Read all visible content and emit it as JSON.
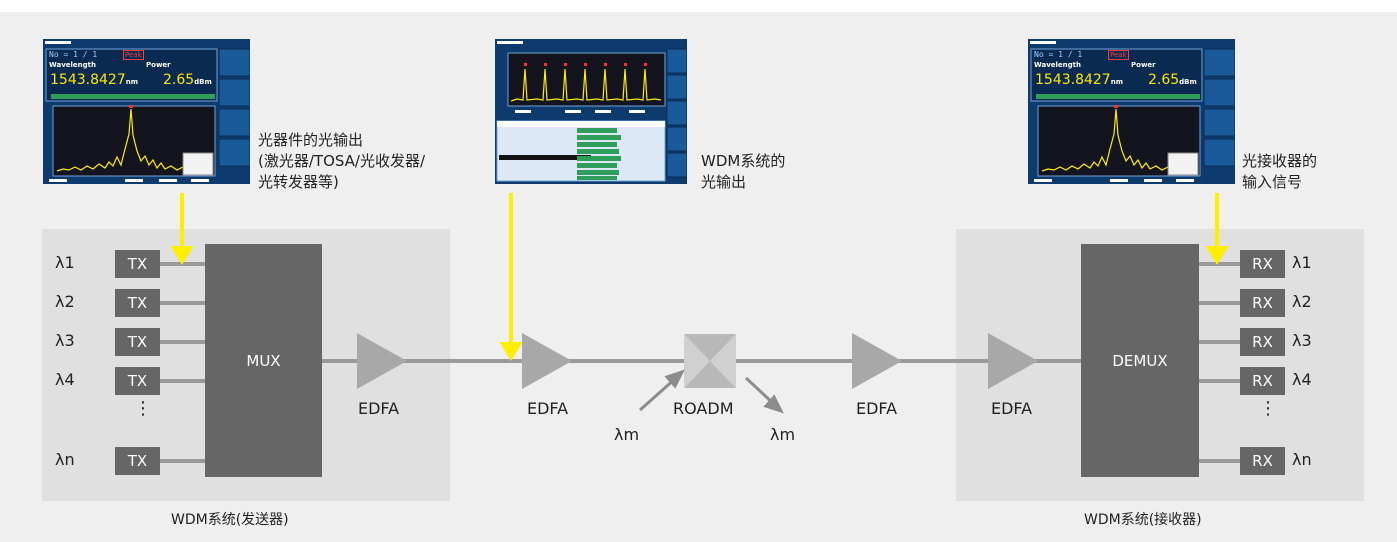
{
  "colors": {
    "background": "#efefef",
    "system_panel": "#e0e0e0",
    "block": "#666666",
    "fiber": "#9a9a9a",
    "amplifier": "#a8a8a8",
    "probe": "#ffee00",
    "screen": "#0d3b6e",
    "trace": "#ffee00"
  },
  "ellipsis": "⋮",
  "tx": [
    {
      "lambda": "λ1",
      "box": "TX"
    },
    {
      "lambda": "λ2",
      "box": "TX"
    },
    {
      "lambda": "λ3",
      "box": "TX"
    },
    {
      "lambda": "λ4",
      "box": "TX"
    },
    {
      "lambda": "λn",
      "box": "TX"
    }
  ],
  "rx": [
    {
      "lambda": "λ1",
      "box": "RX"
    },
    {
      "lambda": "λ2",
      "box": "RX"
    },
    {
      "lambda": "λ3",
      "box": "RX"
    },
    {
      "lambda": "λ4",
      "box": "RX"
    },
    {
      "lambda": "λn",
      "box": "RX"
    }
  ],
  "blocks": {
    "mux": "MUX",
    "demux": "DEMUX"
  },
  "labels": {
    "edfa": "EDFA",
    "roadm": "ROADM",
    "lambda_add": "λm",
    "lambda_drop": "λm",
    "tx_system": "WDM系统(发送器)",
    "rx_system": "WDM系统(接收器)"
  },
  "callouts": {
    "device_output": [
      "光器件的光输出",
      "(激光器/TOSA/光收发器/",
      "光转发器等)"
    ],
    "wdm_output": [
      "WDM系统的",
      "光输出"
    ],
    "receiver_input": [
      "光接收器的",
      "输入信号"
    ]
  },
  "monitors": {
    "left": {
      "channel": "No = 1 / 1",
      "mode": "Peak",
      "wavelength_label": "Wavelength",
      "power_label": "Power",
      "wavelength_value": "1543.8427",
      "wavelength_unit": "nm",
      "power_value": "2.65",
      "power_unit": "dBm"
    },
    "right": {
      "channel": "No = 1 / 1",
      "mode": "Peak",
      "wavelength_label": "Wavelength",
      "power_label": "Power",
      "wavelength_value": "1543.8427",
      "wavelength_unit": "nm",
      "power_value": "2.65",
      "power_unit": "dBm"
    }
  }
}
